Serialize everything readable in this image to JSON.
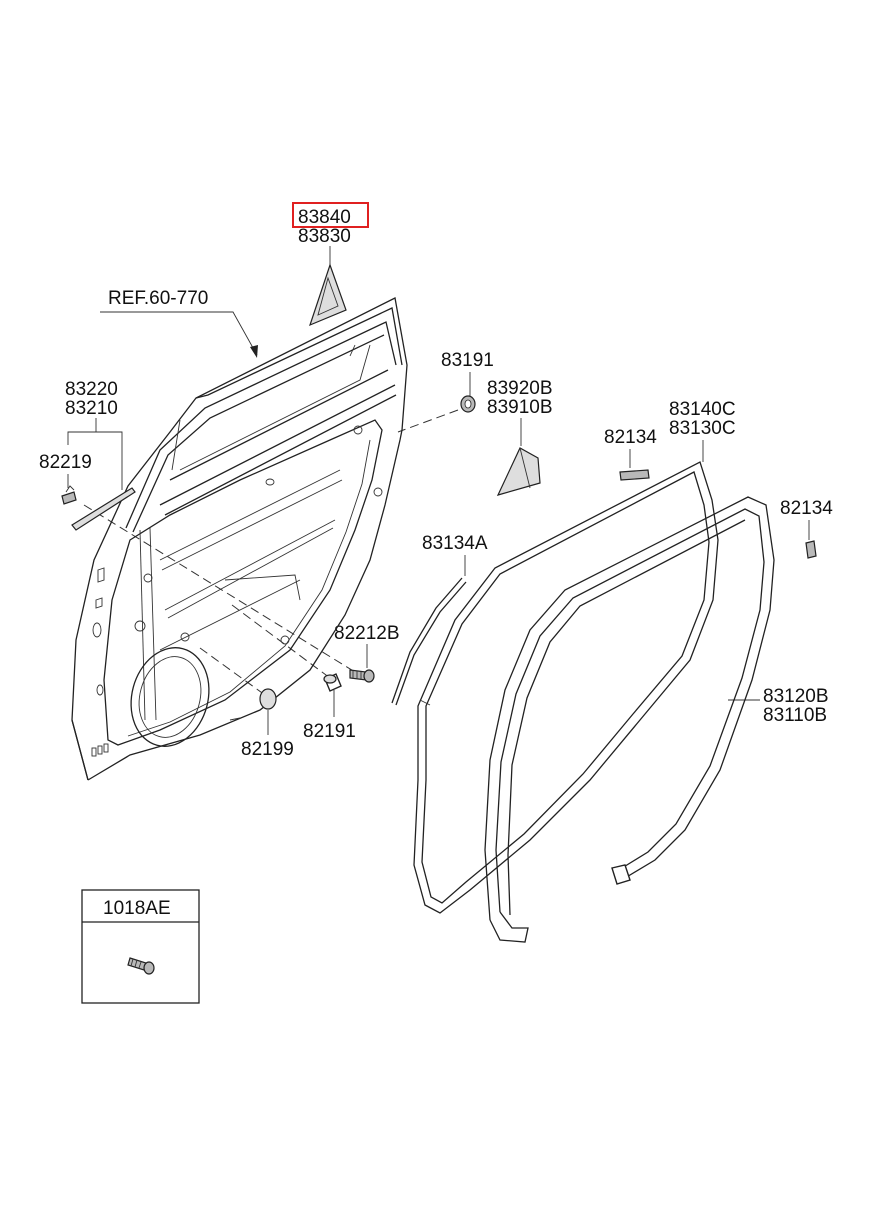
{
  "labels": {
    "p83840": "83840",
    "p83830": "83830",
    "ref": "REF.60-770",
    "p83191": "83191",
    "p83920b": "83920B",
    "p83910b": "83910B",
    "p83220": "83220",
    "p83210": "83210",
    "p82219": "82219",
    "p83140c": "83140C",
    "p83130c": "83130C",
    "p82134a": "82134",
    "p82134b": "82134",
    "p83134a": "83134A",
    "p82212b": "82212B",
    "p82191": "82191",
    "p82199": "82199",
    "p83120b": "83120B",
    "p83110b": "83110B",
    "p1018ae": "1018AE"
  },
  "highlight": {
    "part": "83840",
    "color": "#e02020"
  }
}
